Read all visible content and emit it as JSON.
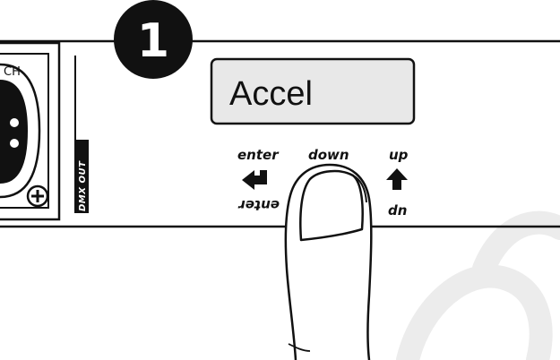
{
  "step": {
    "number": "1"
  },
  "display": {
    "text": "Accel"
  },
  "buttons": [
    {
      "id": "enter",
      "label": "enter",
      "mirrored_label": "enter",
      "icon": "enter-arrow-icon"
    },
    {
      "id": "down",
      "label": "down",
      "icon": "down-button-icon"
    },
    {
      "id": "up",
      "label": "up",
      "mirrored_label": "dn",
      "icon": "up-arrow-icon"
    }
  ],
  "connector": {
    "label": "DMX OUT",
    "partial_text": "CH"
  },
  "colors": {
    "line": "#111111",
    "lcd_fill": "#e8e8e8",
    "badge": "#111111",
    "watermark": "#e9e9e9",
    "finger": "#ffffff"
  }
}
